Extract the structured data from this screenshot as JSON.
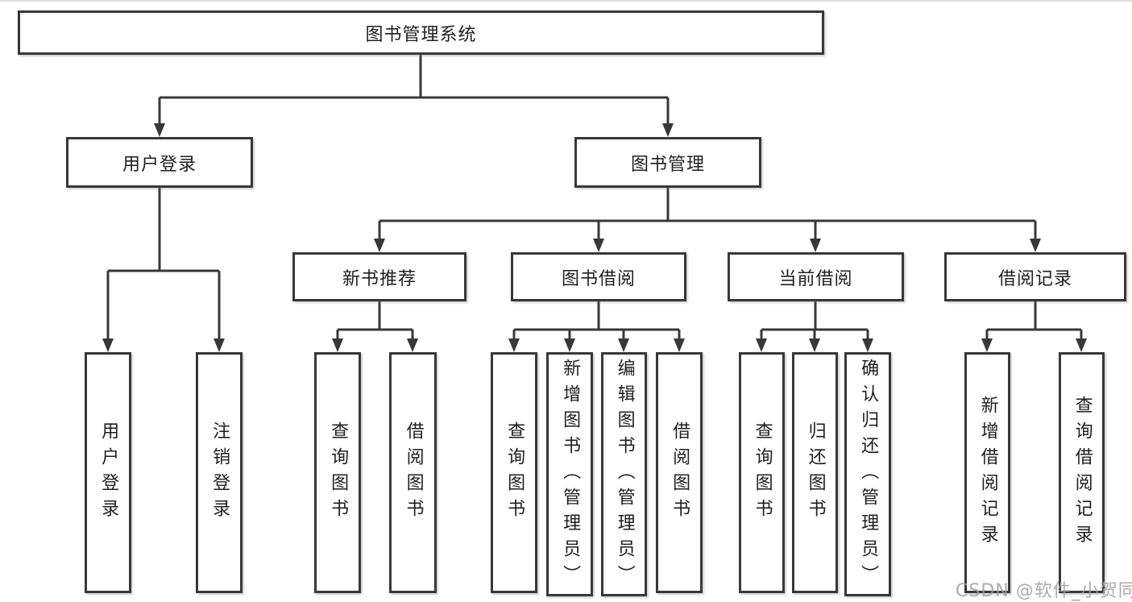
{
  "diagram": {
    "title": "图书管理系统",
    "watermark": "CSDN @软件_小贺同学",
    "colors": {
      "line": "#383838",
      "text": "#1f1f1f",
      "box_background": "#ffffff",
      "watermark": "#a0a0a0",
      "background": "#ffffff"
    },
    "nodes": {
      "root": {
        "label": "图书管理系统"
      },
      "user_login": {
        "label": "用户登录"
      },
      "book_management": {
        "label": "图书管理"
      },
      "new_book_recommend": {
        "label": "新书推荐"
      },
      "book_borrow": {
        "label": "图书借阅"
      },
      "current_borrow": {
        "label": "当前借阅"
      },
      "borrow_record": {
        "label": "借阅记录"
      },
      "leaf_user_login": {
        "label": "用户登录"
      },
      "leaf_logout": {
        "label": "注销登录"
      },
      "leaf_nb_query_book": {
        "label": "查询图书"
      },
      "leaf_nb_borrow_book": {
        "label": "借阅图书"
      },
      "leaf_bb_query_book": {
        "label": "查询图书"
      },
      "leaf_bb_add_book_admin": {
        "label": "新增图书（管理员）"
      },
      "leaf_bb_edit_book_admin": {
        "label": "编辑图书（管理员）"
      },
      "leaf_bb_borrow_book": {
        "label": "借阅图书"
      },
      "leaf_cb_query_book": {
        "label": "查询图书"
      },
      "leaf_cb_return_book": {
        "label": "归还图书"
      },
      "leaf_cb_confirm_return_admin": {
        "label": "确认归还（管理员）"
      },
      "leaf_br_add_record": {
        "label": "新增借阅记录"
      },
      "leaf_br_query_record": {
        "label": "查询借阅记录"
      }
    }
  }
}
